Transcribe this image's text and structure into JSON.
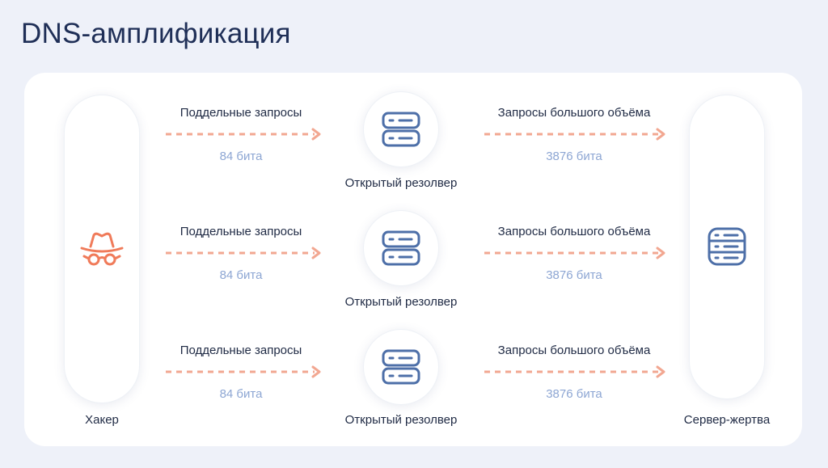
{
  "title": "DNS-амплификация",
  "nodes": {
    "attacker": {
      "label": "Хакер",
      "icon": "hacker-incognito-icon",
      "color": "#f07b5a"
    },
    "resolver_label": "Открытый резолвер",
    "resolver_icon": "server-icon",
    "victim": {
      "label": "Сервер-жертва",
      "icon": "server-rack-icon"
    }
  },
  "rows": [
    {
      "request_label": "Поддельные запросы",
      "request_size": "84 бита",
      "response_label": "Запросы большого объёма",
      "response_size": "3876 бита",
      "resolver_label": "Открытый резолвер"
    },
    {
      "request_label": "Поддельные запросы",
      "request_size": "84 бита",
      "response_label": "Запросы большого объёма",
      "response_size": "3876 бита",
      "resolver_label": "Открытый резолвер"
    },
    {
      "request_label": "Поддельные запросы",
      "request_size": "84 бита",
      "response_label": "Запросы большого объёма",
      "response_size": "3876 бита",
      "resolver_label": "Открытый резолвер"
    }
  ],
  "colors": {
    "title": "#1f2f57",
    "arrow": "#f2a791",
    "server_icon": "#4d6fa8",
    "size_text": "#8da6d3",
    "background": "#eef1f9"
  }
}
